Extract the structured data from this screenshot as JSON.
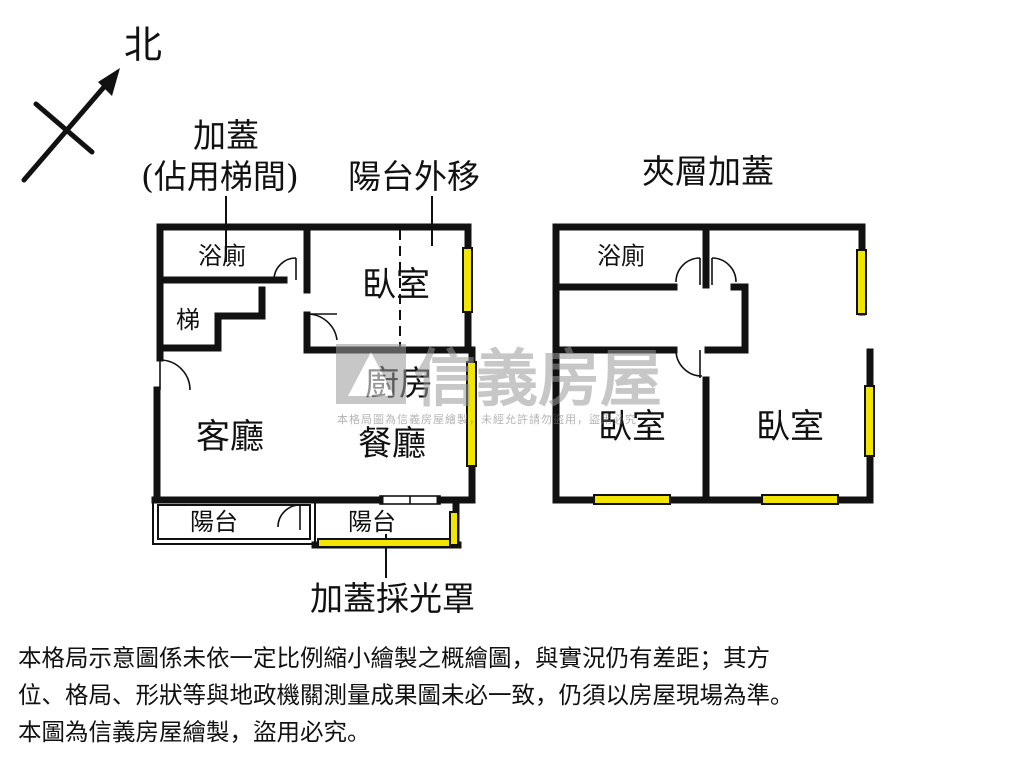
{
  "compass": {
    "north_label": "北"
  },
  "annotations": {
    "addition_line1": "加蓋",
    "addition_line2": "(佔用梯間)",
    "balcony_moved": "陽台外移",
    "mezzanine_title": "夾層加蓋",
    "skylight_cover": "加蓋採光罩"
  },
  "ground_floor": {
    "bathroom": "浴廁",
    "stairs": "梯",
    "bedroom": "臥室",
    "kitchen": "廚房",
    "living_room": "客廳",
    "dining_room": "餐廳",
    "balcony_left": "陽台",
    "balcony_right": "陽台"
  },
  "mezzanine": {
    "bathroom": "浴廁",
    "bedroom_left": "臥室",
    "bedroom_right": "臥室"
  },
  "watermark": {
    "brand": "信義房屋",
    "notice": "本格局圖為信義房屋繪製，未經允許請勿盜用，盜用必究"
  },
  "disclaimer": {
    "line1": "本格局示意圖係未依一定比例縮小繪製之概繪圖，與實況仍有差距；其方",
    "line2": "位、格局、形狀等與地政機關測量成果圖未必一致，仍須以房屋現場為準。",
    "line3": "本圖為信義房屋繪製，盜用必究。"
  },
  "colors": {
    "wall": "#111111",
    "window": "#f2e600",
    "watermark": "#9a9a9a"
  }
}
